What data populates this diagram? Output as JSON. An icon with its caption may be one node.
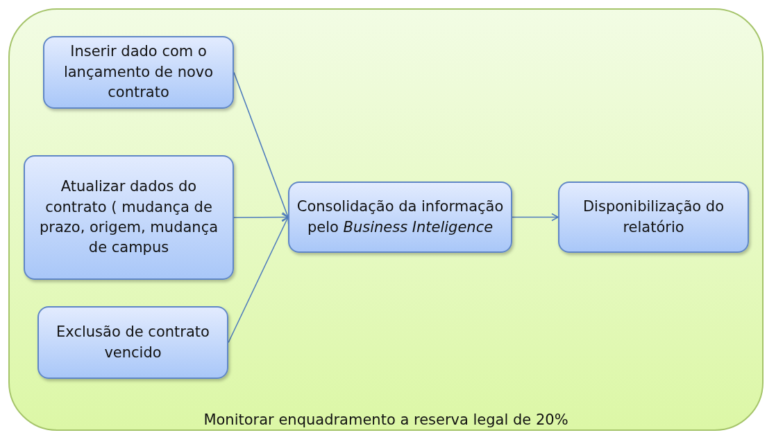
{
  "diagram": {
    "nodes": [
      {
        "text": [
          "Monitorar enquadramento a reserva legal de 20%"
        ]
      },
      {
        "text": [
          "Inserir dado com o lançamento de novo contrato"
        ],
        "in": 0
      },
      {
        "text": [
          "Atualizar dados do contrato ( mudança de prazo, origem, mudança de campus"
        ],
        "in": 0
      },
      {
        "text": [
          "Exclusão de contrato vencido"
        ],
        "in": 0
      },
      {
        "text": [
          "Consolidação da informação pelo *Business Inteligence*"
        ],
        "in": 0
      },
      {
        "text": [
          "Disponibilização do relatório"
        ],
        "in": 0
      }
    ],
    "edges": [
      {
        "from": 1,
        "to": 4,
        "arrow": "to"
      },
      {
        "from": 2,
        "to": 4,
        "arrow": "to"
      },
      {
        "from": 3,
        "to": 4,
        "arrow": "to"
      },
      {
        "from": 4,
        "to": 5,
        "arrow": "to"
      }
    ]
  }
}
